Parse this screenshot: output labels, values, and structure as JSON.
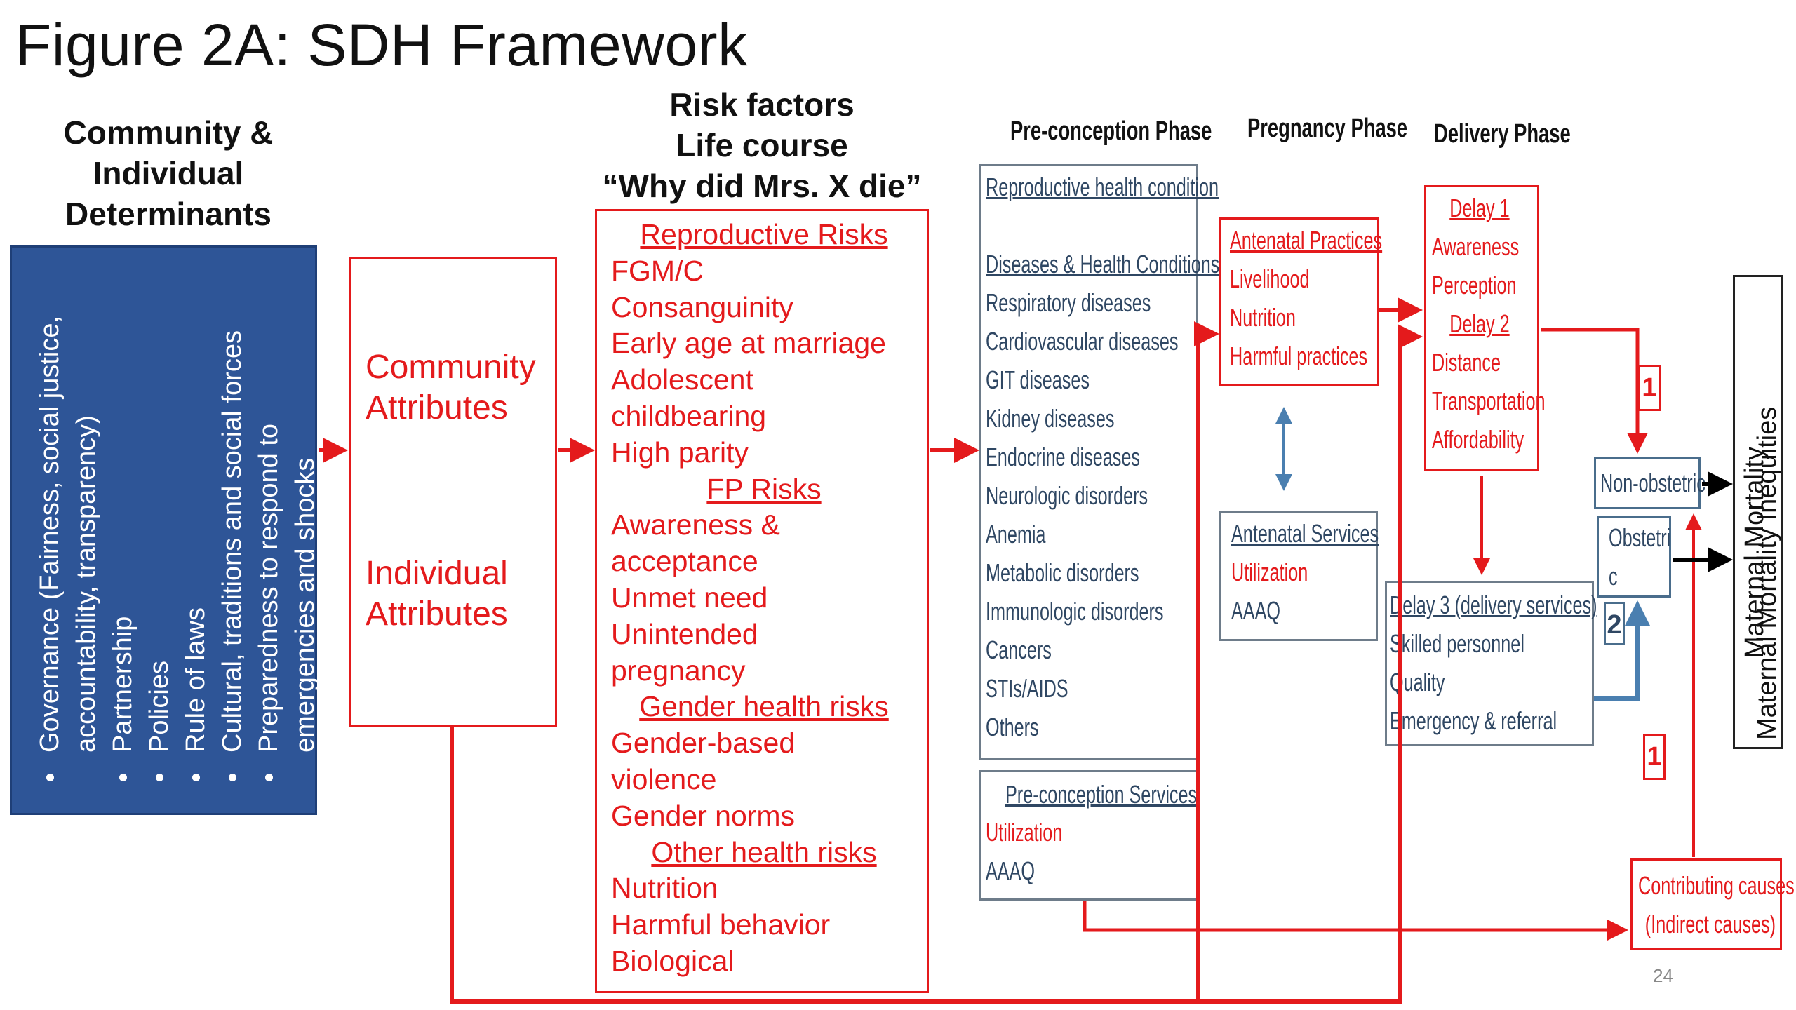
{
  "title": "Figure 2A: SDH Framework",
  "page_number": "24",
  "colors": {
    "navy_panel": "#2e5597",
    "red": "#e41a1c",
    "slate": "#2f4763",
    "blue_arrow": "#4a7fb0"
  },
  "determinants": {
    "heading": [
      "Community &",
      "Individual",
      "Determinants"
    ],
    "items": [
      "Governance (Fairness, social justice, accountability, transparency)",
      "Partnership",
      "Policies",
      "Rule of laws",
      "Cultural, traditions and social forces",
      "Preparedness to respond to emergencies and shocks"
    ]
  },
  "attributes": {
    "community": [
      "Community",
      "Attributes"
    ],
    "individual": [
      "Individual",
      "Attributes"
    ]
  },
  "risk": {
    "heading": [
      "Risk factors",
      "Life course",
      "“Why did Mrs. X die”"
    ],
    "lines": [
      {
        "text": "Reproductive Risks",
        "header": true
      },
      {
        "text": "FGM/C"
      },
      {
        "text": "Consanguinity"
      },
      {
        "text": "Early age at marriage"
      },
      {
        "text": "Adolescent"
      },
      {
        "text": "childbearing"
      },
      {
        "text": "High parity"
      },
      {
        "text": "FP Risks",
        "header": true
      },
      {
        "text": "Awareness &"
      },
      {
        "text": "acceptance"
      },
      {
        "text": "Unmet need"
      },
      {
        "text": "Unintended"
      },
      {
        "text": "pregnancy"
      },
      {
        "text": "Gender health risks",
        "header": true
      },
      {
        "text": "Gender-based"
      },
      {
        "text": "violence"
      },
      {
        "text": "Gender norms"
      },
      {
        "text": "Other health risks",
        "header": true
      },
      {
        "text": "Nutrition"
      },
      {
        "text": "Harmful behavior"
      },
      {
        "text": "Biological"
      }
    ]
  },
  "preconception": {
    "phase": "Pre-conception Phase",
    "conditions": {
      "title1": "Reproductive health condition",
      "title2": "Diseases & Health Conditions",
      "items": [
        "Respiratory diseases",
        "Cardiovascular diseases",
        "GIT diseases",
        "Kidney diseases",
        "Endocrine diseases",
        "Neurologic disorders",
        "Anemia",
        "Metabolic disorders",
        "Immunologic disorders",
        "Cancers",
        "STIs/AIDS",
        "Others"
      ]
    },
    "services": {
      "title": "Pre-conception Services",
      "items": [
        "Utilization",
        "AAAQ"
      ]
    }
  },
  "pregnancy": {
    "phase": "Pregnancy Phase",
    "practices": {
      "title": "Antenatal Practices",
      "items": [
        "Livelihood",
        "Nutrition",
        "Harmful practices"
      ]
    },
    "services": {
      "title": "Antenatal Services",
      "items": [
        "Utilization",
        "AAAQ"
      ]
    }
  },
  "delivery": {
    "phase": "Delivery Phase",
    "delay1": {
      "title": "Delay 1",
      "items": [
        "Awareness",
        "Perception"
      ]
    },
    "delay2": {
      "title": "Delay 2",
      "items": [
        "Distance",
        "Transportation",
        "Affordability"
      ]
    },
    "delay3": {
      "title": "Delay 3 (delivery services)",
      "items": [
        "Skilled personnel",
        "Quality",
        "Emergency & referral"
      ]
    }
  },
  "causes": {
    "non_obstetric": "Non-obstetric",
    "obstetric": [
      "Obstetri",
      "c"
    ],
    "contributing": [
      "Contributing causes",
      "(Indirect causes)"
    ]
  },
  "markers": {
    "one_a": "1",
    "two": "2",
    "one_b": "1"
  },
  "outcome": {
    "line1": "Maternal Mortality",
    "line2": "Maternal Mortality Inequities"
  }
}
